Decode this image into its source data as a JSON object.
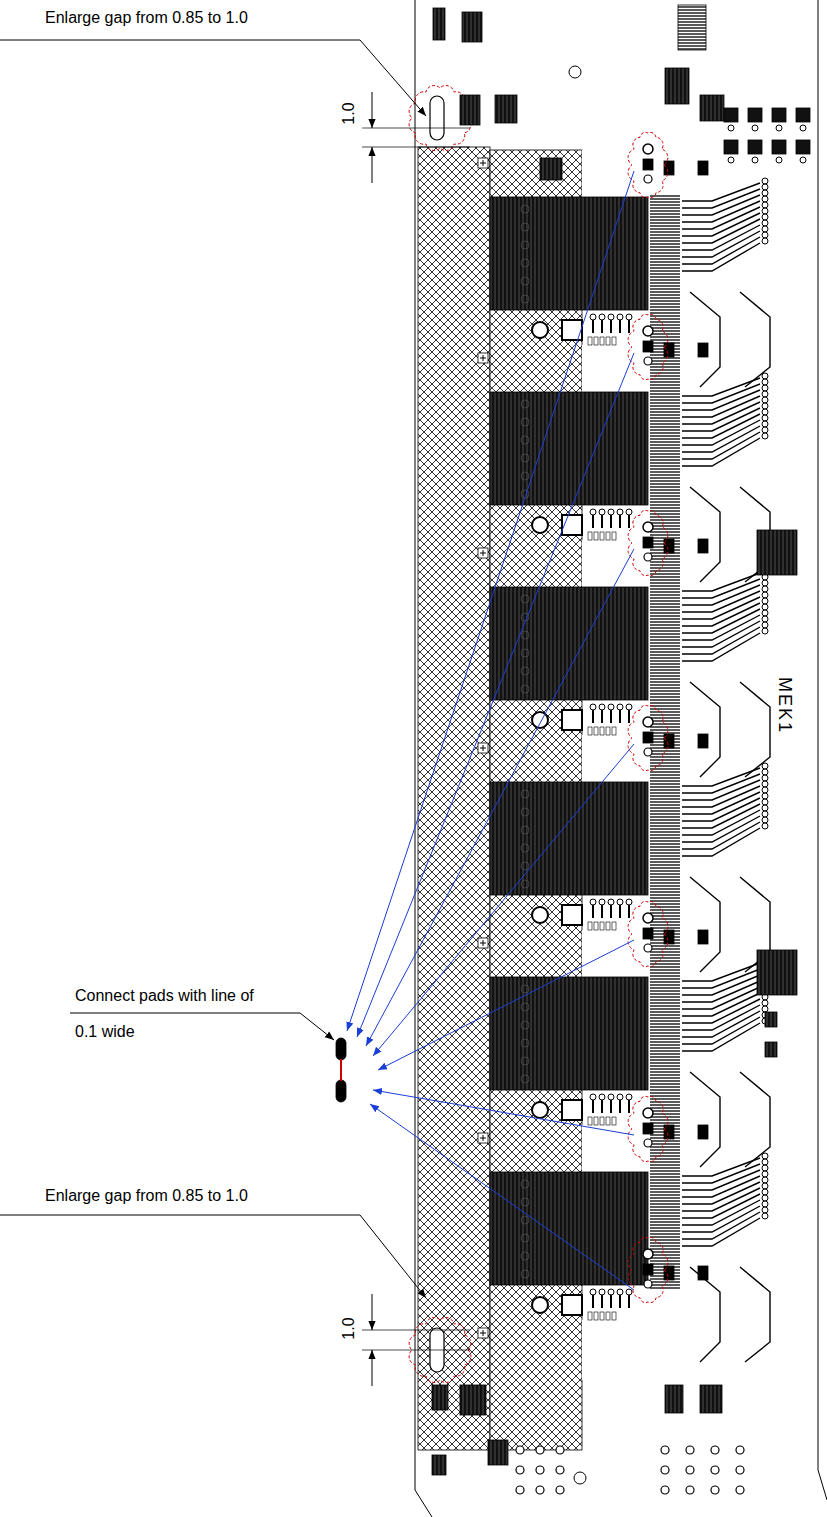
{
  "diagram": {
    "labels": [
      "Enlarge gap from 0.85 to 1.0",
      "1.0",
      "MEK1",
      "Connect pads with line of 0.1 wide",
      "Enlarge gap from 0.85 to 1.0",
      "1.0"
    ]
  }
}
